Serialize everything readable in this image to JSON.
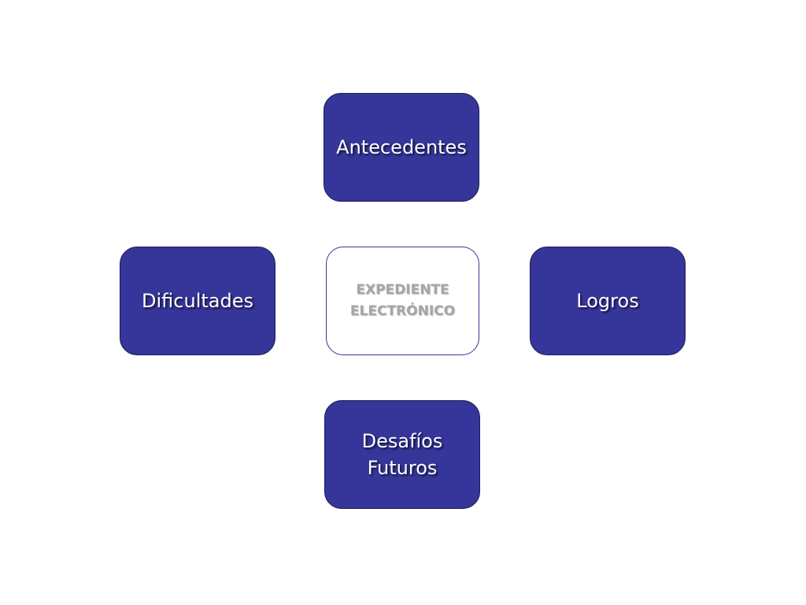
{
  "diagram": {
    "center": {
      "label": "EXPEDIENTE\nELECTRÓNICO"
    },
    "top": {
      "label": "Antecedentes"
    },
    "left": {
      "label": "Dificultades"
    },
    "right": {
      "label": "Logros"
    },
    "bottom": {
      "label": "Desafíos\nFuturos"
    }
  },
  "colors": {
    "node_fill": "#35359a",
    "node_text": "#ffffff",
    "center_border": "#35359a",
    "center_text": "#a6a6a6",
    "background": "#ffffff"
  }
}
